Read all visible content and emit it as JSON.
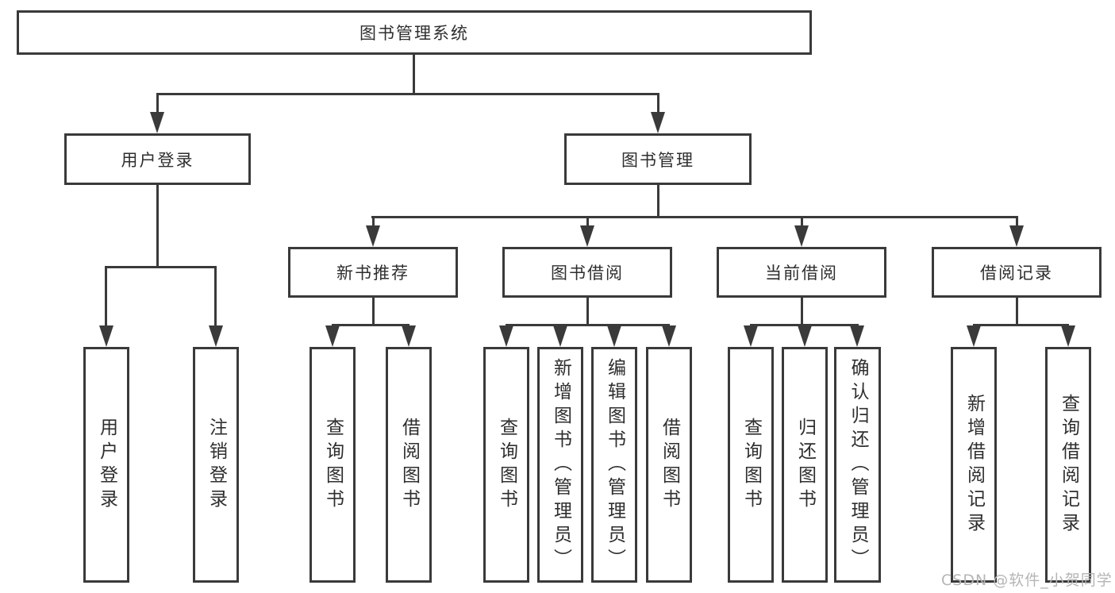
{
  "nodes": {
    "root": {
      "label": "图书管理系统"
    },
    "level2": [
      {
        "label": "用户登录"
      },
      {
        "label": "图书管理"
      }
    ],
    "level3": [
      {
        "label": "新书推荐"
      },
      {
        "label": "图书借阅"
      },
      {
        "label": "当前借阅"
      },
      {
        "label": "借阅记录"
      }
    ],
    "leaves": {
      "login": [
        {
          "label": "用户登录"
        },
        {
          "label": "注销登录"
        }
      ],
      "recommend": [
        {
          "label": "查询图书"
        },
        {
          "label": "借阅图书"
        }
      ],
      "borrow": [
        {
          "label": "查询图书"
        },
        {
          "label": "新增图书（管理员）"
        },
        {
          "label": "编辑图书（管理员）"
        },
        {
          "label": "借阅图书"
        }
      ],
      "current": [
        {
          "label": "查询图书"
        },
        {
          "label": "归还图书"
        },
        {
          "label": "确认归还（管理员）"
        }
      ],
      "records": [
        {
          "label": "新增借阅记录"
        },
        {
          "label": "查询借阅记录"
        }
      ]
    }
  },
  "watermark": {
    "text": "CSDN @软件_小贺同学"
  },
  "colors": {
    "line": "#3a3a3a",
    "text": "#2e2e2e",
    "watermark": "#b5b5b5",
    "background": "#ffffff"
  }
}
